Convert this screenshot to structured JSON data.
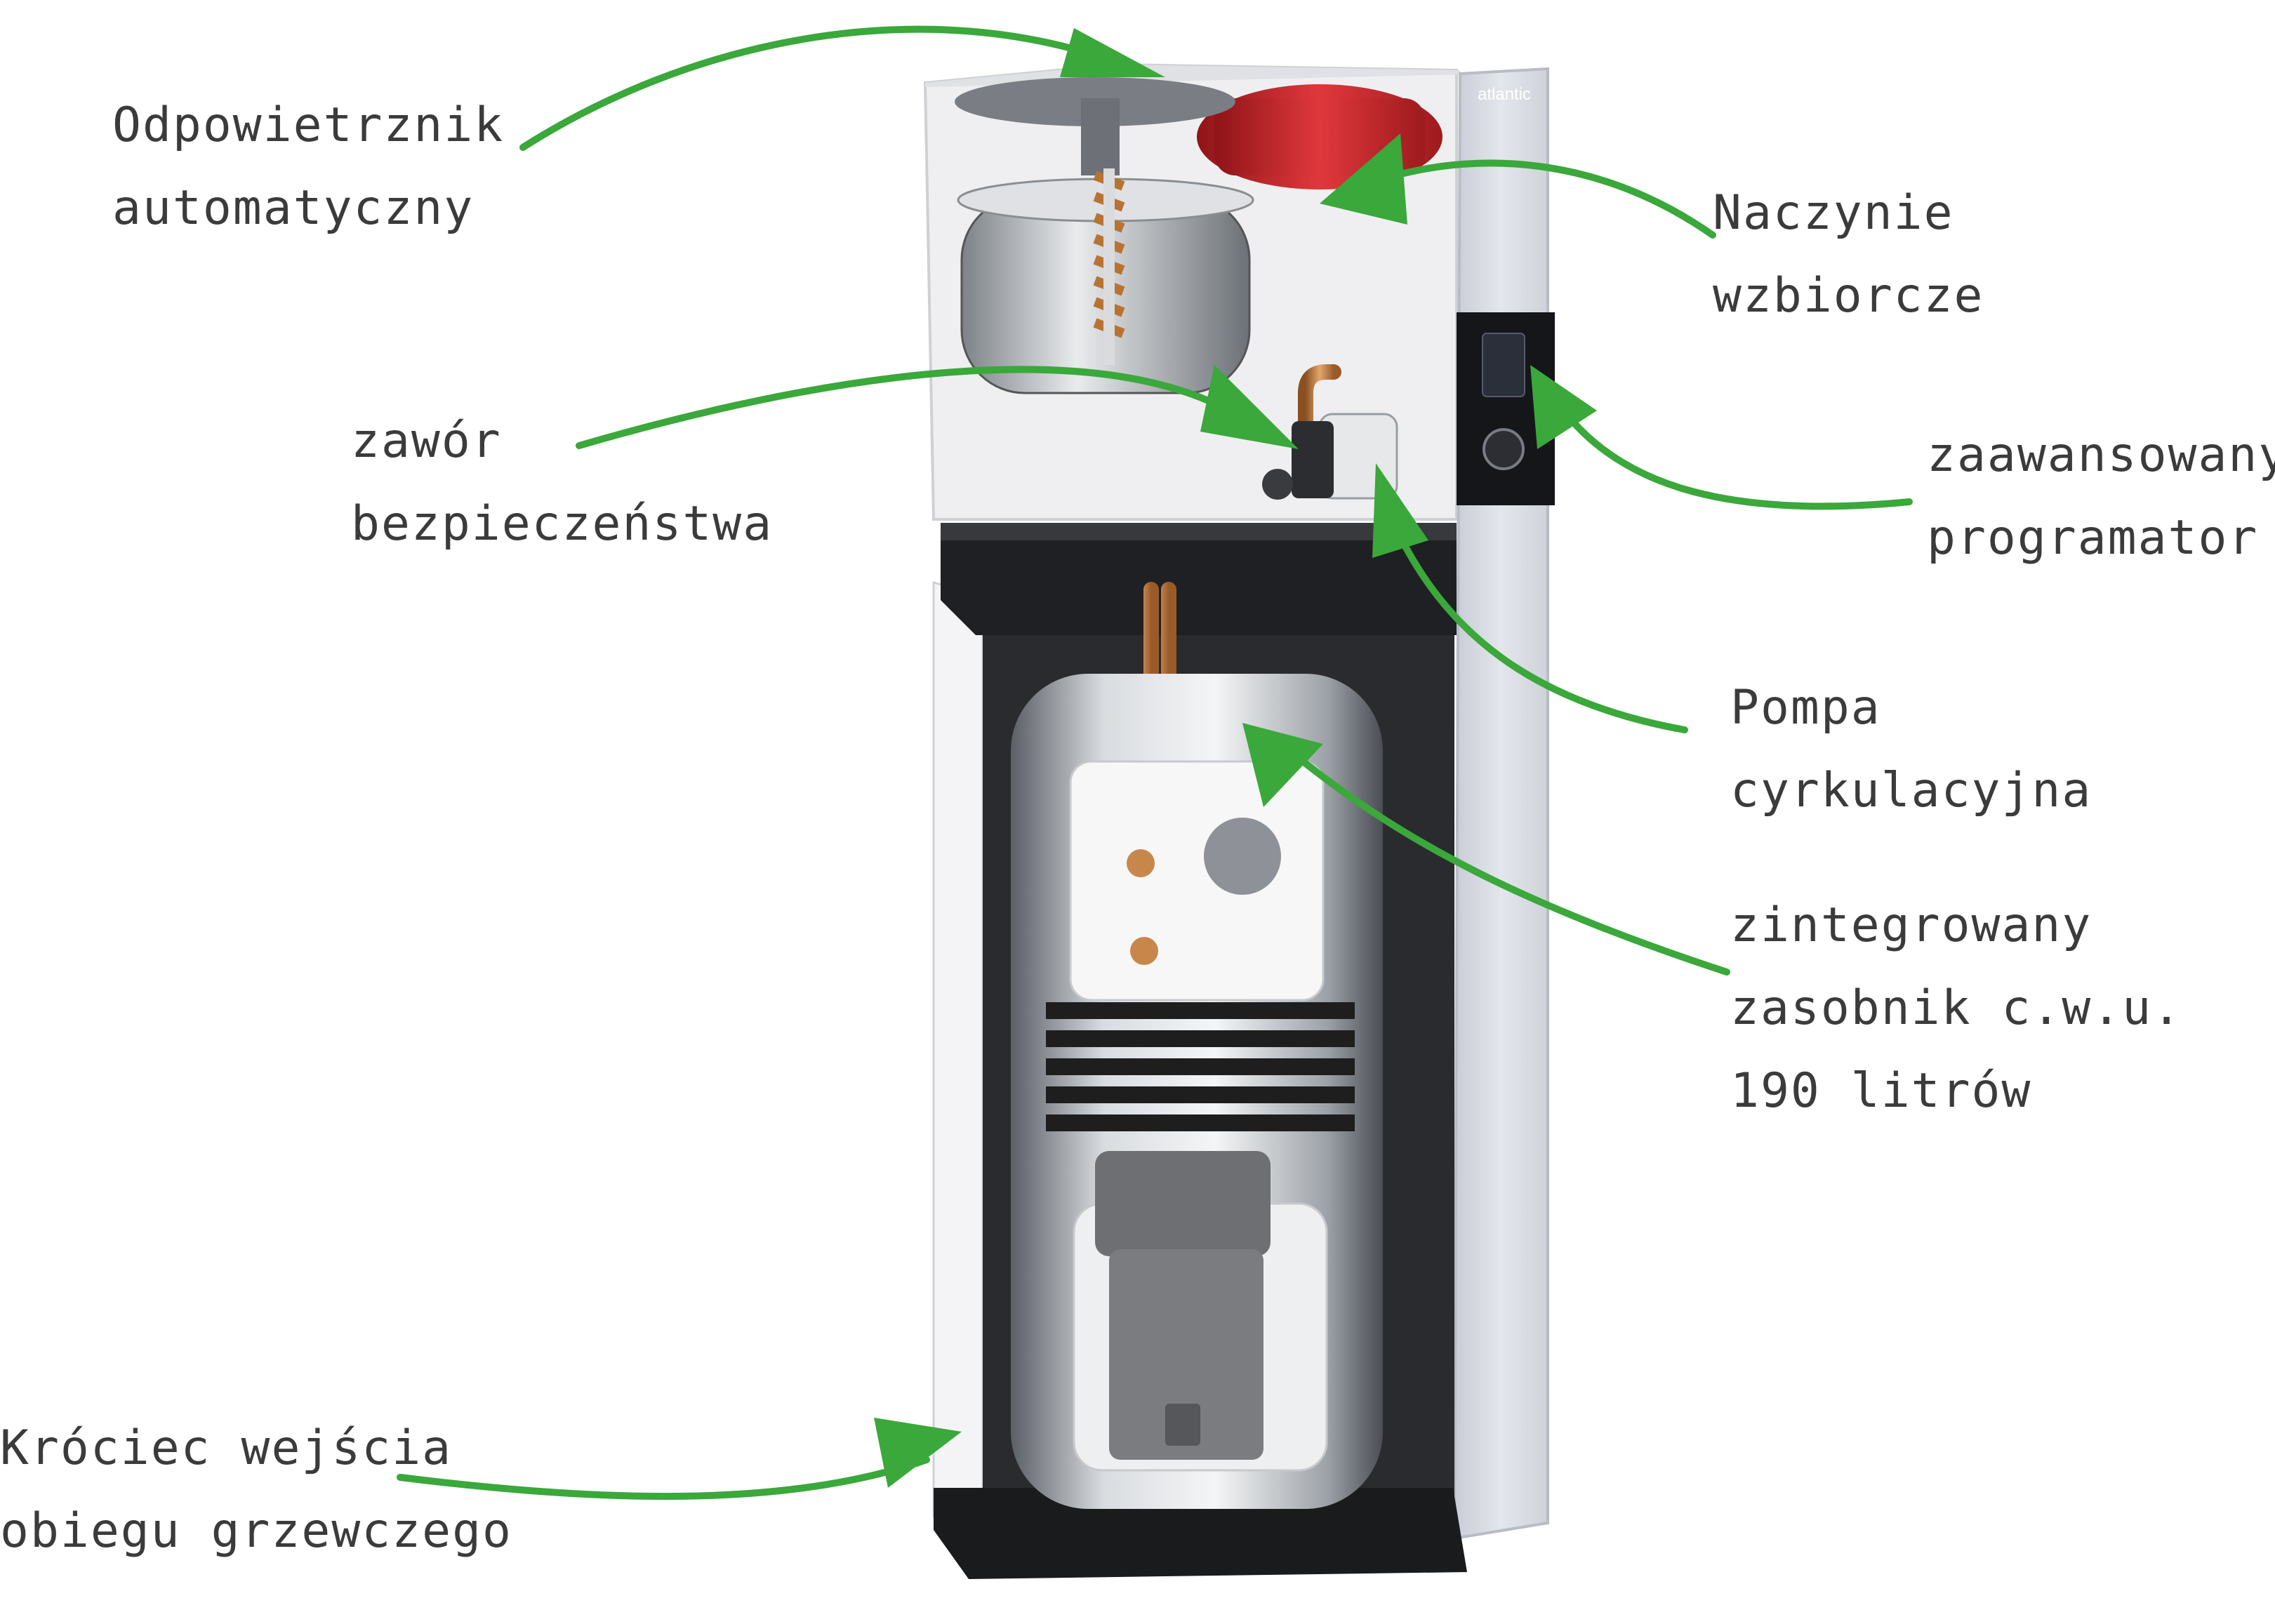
{
  "brand": "atlantic",
  "colors": {
    "arrow": "#3aa83a",
    "label_text": "#3b3b3b",
    "cabinet_side": "#d9dbe3",
    "expansion_vessel": "#c8262a",
    "copper": "#c8874a",
    "tank": "#b4b8be",
    "coil": "#1e1e1e",
    "heater": "#6d6f72"
  },
  "labels": {
    "air_vent": {
      "line1": "Odpowietrznik",
      "line2": "automatyczny"
    },
    "expansion_vessel": {
      "line1": "Naczynie",
      "line2": "wzbiorcze"
    },
    "safety_valve": {
      "line1": "zawór",
      "line2": "bezpieczeństwa"
    },
    "programmer": {
      "line1": "zaawansowany",
      "line2": "programator"
    },
    "pump": {
      "line1": "Pompa",
      "line2": "cyrkulacyjna"
    },
    "tank": {
      "line1": "zintegrowany",
      "line2": "zasobnik c.w.u.",
      "line3": "190 litrów"
    },
    "inlet": {
      "line1": "Króciec wejścia",
      "line2": "obiegu grzewczego"
    }
  }
}
